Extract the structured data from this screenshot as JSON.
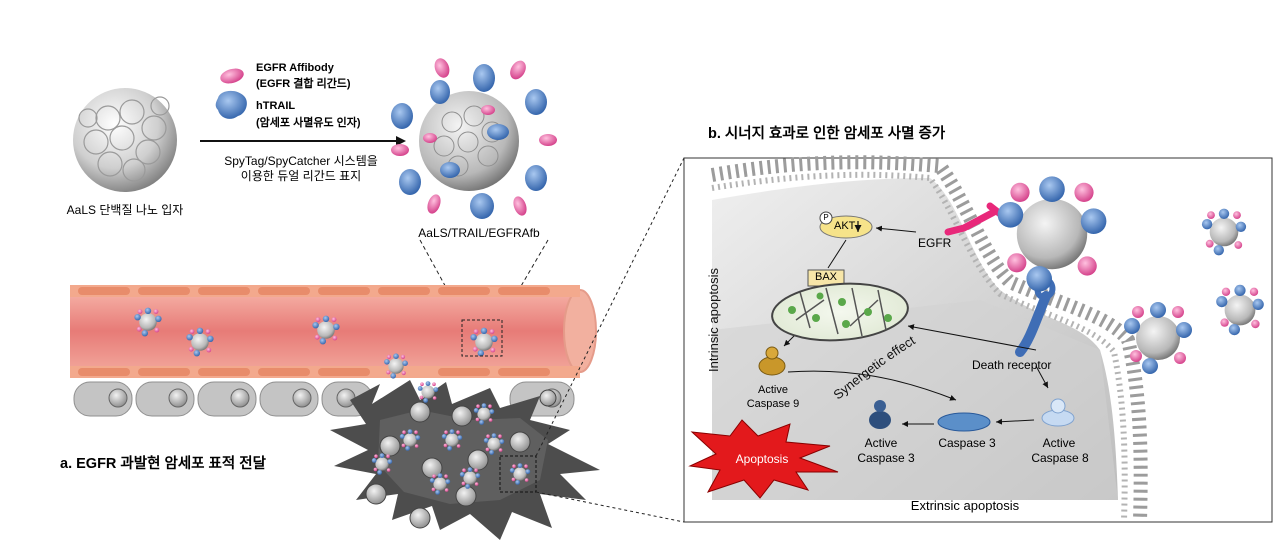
{
  "left_panel": {
    "particle_label": "AaLS 단백질 나노 입자",
    "legend_affibody_title": "EGFR Affibody",
    "legend_affibody_sub": "(EGFR 결합 리간드)",
    "legend_trail_title": "hTRAIL",
    "legend_trail_sub": "(암세포 사멸유도 인자)",
    "method_line1": "SpyTag/SpyCatcher 시스템을",
    "method_line2": "이용한 듀얼 리간드 표지",
    "product_label": "AaLS/TRAIL/EGFRAfb",
    "caption": "a. EGFR 과발현 암세포 표적 전달"
  },
  "right_panel": {
    "caption": "b. 시너지 효과로 인한 암세포 사멸 증가",
    "akt_p": "P",
    "akt": "AKT",
    "egfr": "EGFR",
    "bax": "BAX",
    "intrinsic": "Intrinsic apoptosis",
    "synergetic": "Synergetic effect",
    "death_receptor": "Death receptor",
    "active_caspase9_line1": "Active",
    "active_caspase9_line2": "Caspase 9",
    "active_caspase3_line1": "Active",
    "active_caspase3_line2": "Caspase 3",
    "caspase3": "Caspase 3",
    "active_caspase8_line1": "Active",
    "active_caspase8_line2": "Caspase 8",
    "apoptosis": "Apoptosis",
    "extrinsic": "Extrinsic apoptosis"
  },
  "colors": {
    "affibody": "#e0509a",
    "trail": "#4a7fc4",
    "vessel": "#e88a84",
    "cell_red": "#f0a487",
    "tumor": "#5a5a5a",
    "apoptosis": "#e3191c",
    "mito": "#5aa84a",
    "bax_fill": "#f7e6a8",
    "akt_fill": "#f6e38a",
    "caspase_blue": "#5b8fc9",
    "caspase9_gold": "#c9972a"
  }
}
